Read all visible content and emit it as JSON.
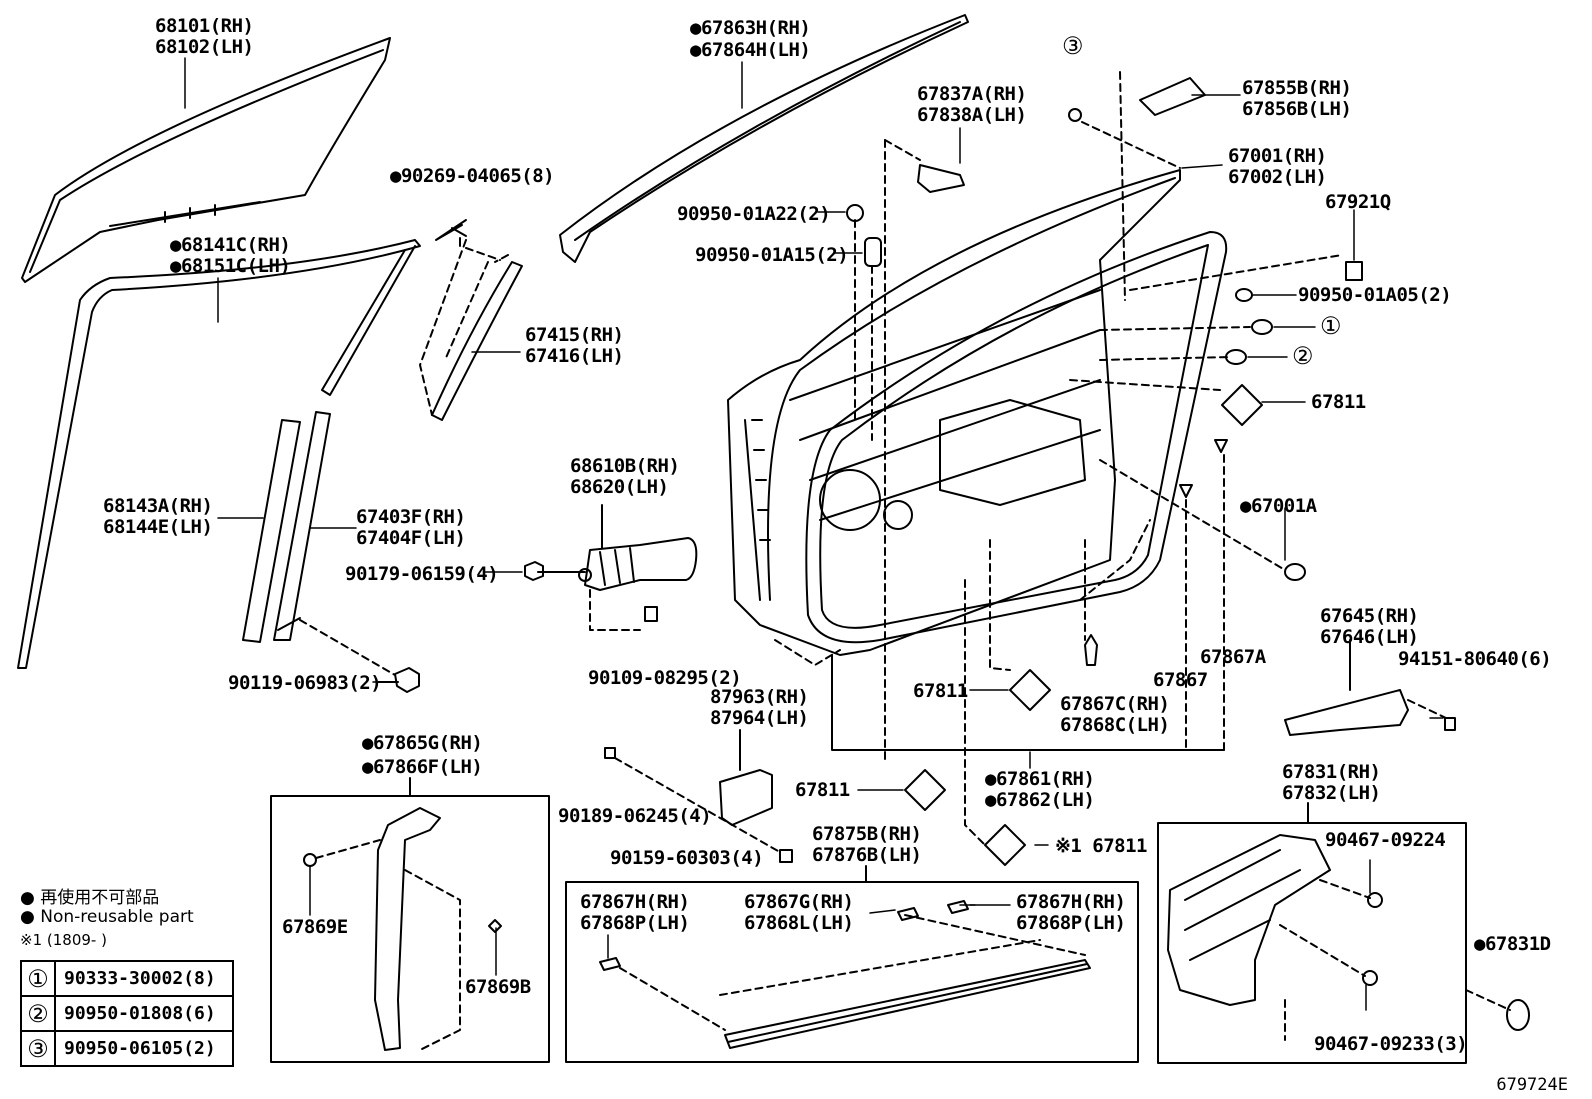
{
  "diagram_code": "679724E",
  "legend": {
    "bullet": "●",
    "non_reusable_jp": "再使用不可部品",
    "non_reusable_en": "Non-reusable part",
    "note_symbol": "※1",
    "note_text": "(1809-      )"
  },
  "reference_table": [
    {
      "symbol": "①",
      "part": "90333-30002(8)"
    },
    {
      "symbol": "②",
      "part": "90950-01808(6)"
    },
    {
      "symbol": "③",
      "part": "90950-06105(2)"
    }
  ],
  "callouts": {
    "c1": "①",
    "c2": "②",
    "c3": "③"
  },
  "labels": {
    "l68101": "68101(RH)",
    "l68102": "68102(LH)",
    "l67863": "●67863H(RH)",
    "l67864": "●67864H(LH)",
    "l90269": "●90269-04065(8)",
    "l68141": "●68141C(RH)",
    "l68151": "●68151C(LH)",
    "l67415": "67415(RH)",
    "l67416": "67416(LH)",
    "l68143": "68143A(RH)",
    "l68144": "68144E(LH)",
    "l67403": "67403F(RH)",
    "l67404": "67404F(LH)",
    "l90119": "90119-06983(2)",
    "l68610": "68610B(RH)",
    "l68620": "68620(LH)",
    "l90179": "90179-06159(4)",
    "l90109": "90109-08295(2)",
    "l67837": "67837A(RH)",
    "l67838": "67838A(LH)",
    "l90950a22": "90950-01A22(2)",
    "l90950a15": "90950-01A15(2)",
    "l67855": "67855B(RH)",
    "l67856": "67856B(LH)",
    "l67001": "67001(RH)",
    "l67002": "67002(LH)",
    "l67921": "67921Q",
    "l90950a05": "90950-01A05(2)",
    "l67811a": "67811",
    "l67001a": "●67001A",
    "l67867a": "67867A",
    "l67867": "67867",
    "l67867c": "67867C(RH)",
    "l67868c": "67868C(LH)",
    "l67811b": "67811",
    "l87963": "87963(RH)",
    "l87964": "87964(LH)",
    "l67811c": "67811",
    "l67861": "●67861(RH)",
    "l67862": "●67862(LH)",
    "l67811d": "※1 67811",
    "l90189": "90189-06245(4)",
    "l90159": "90159-60303(4)",
    "l67875": "67875B(RH)",
    "l67876": "67876B(LH)",
    "l67645": "67645(RH)",
    "l67646": "67646(LH)",
    "l94151": "94151-80640(6)",
    "l67831": "67831(RH)",
    "l67832": "67832(LH)",
    "l90467a": "90467-09224",
    "l90467b": "90467-09233(3)",
    "l67831d": "●67831D",
    "l67865": "●67865G(RH)",
    "l67866": "●67866F(LH)",
    "l67869e": "67869E",
    "l67869b": "67869B",
    "l67867h1": "67867H(RH)",
    "l67868p1": "67868P(LH)",
    "l67867g": "67867G(RH)",
    "l67868l": "67868L(LH)",
    "l67867h2": "67867H(RH)",
    "l67868p2": "67868P(LH)"
  }
}
